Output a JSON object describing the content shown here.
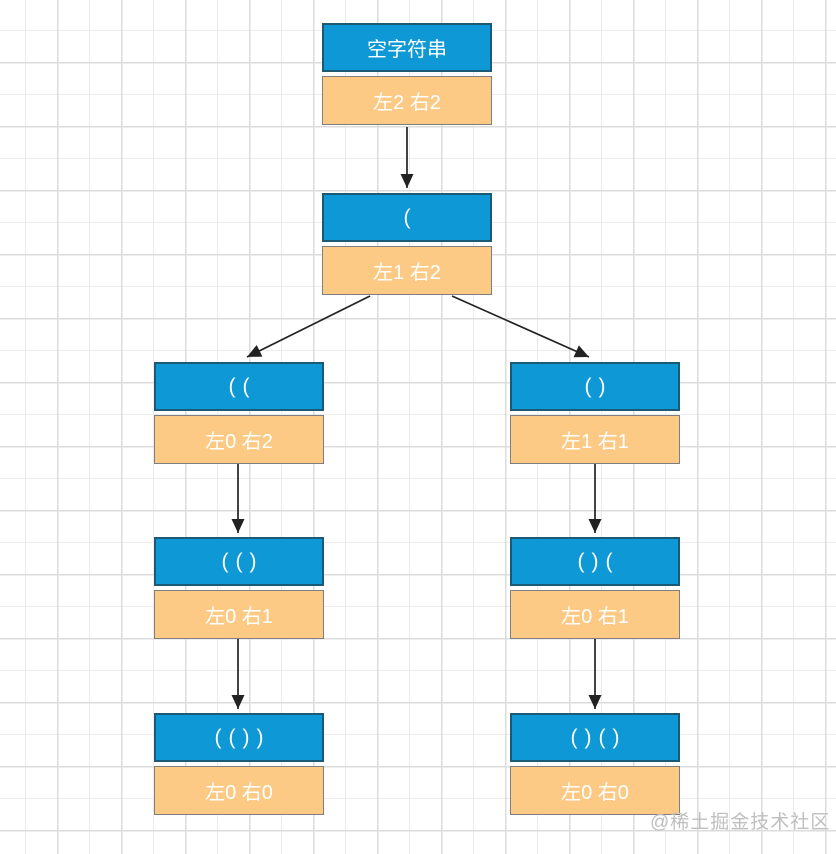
{
  "colors": {
    "header_fill": "#0e98d5",
    "header_border": "#1c5a73",
    "state_fill": "#fcca85",
    "state_border": "#7f7f7f",
    "arrow": "#222222",
    "text": "#ffffff",
    "watermark": "#bfbfbf"
  },
  "watermark": "@稀土掘金技术社区",
  "nodes": [
    {
      "title": "空字符串",
      "state": "左2 右2"
    },
    {
      "title": "(",
      "state": "左1 右2"
    },
    {
      "title": "((",
      "state": "左0 右2"
    },
    {
      "title": "()",
      "state": "左1 右1"
    },
    {
      "title": "(()",
      "state": "左0 右1"
    },
    {
      "title": "()(",
      "state": "左0 右1"
    },
    {
      "title": "(())",
      "state": "左0 右0"
    },
    {
      "title": "()()",
      "state": "左0 右0"
    }
  ]
}
